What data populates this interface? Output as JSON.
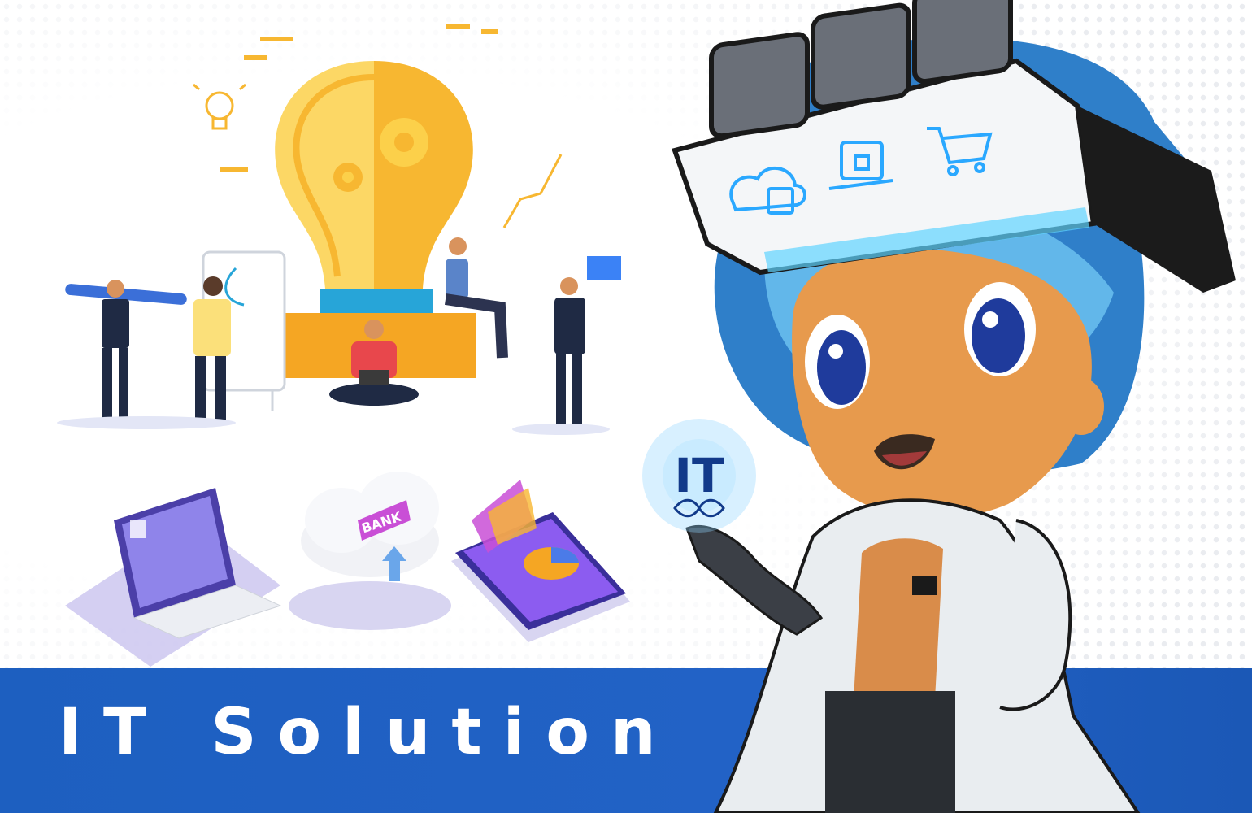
{
  "banner": {
    "title": "IT Solution",
    "color": "#1d5fc0"
  },
  "illustration": {
    "cloud_label": "BANK",
    "hand_glow_label": "IT",
    "visor_icons": [
      "cloud-server-icon",
      "laptop-lock-icon",
      "shopping-cart-icon"
    ],
    "accent": "#2aa8ff",
    "bulb_colors": [
      "#f7b731",
      "#fcd04a"
    ]
  }
}
